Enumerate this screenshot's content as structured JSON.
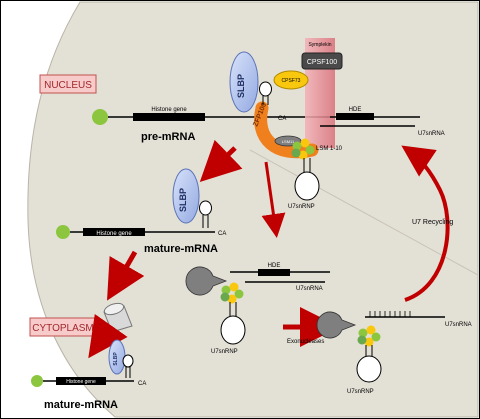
{
  "labels": {
    "nucleus": "NUCLEUS",
    "cytoplasm": "CYTOPLASM",
    "symplekin": "Symplekin",
    "cpsf100": "CPSF100",
    "cpsf73": "CPSF73",
    "slbp": "SLBP",
    "zfp100": "ZFP100",
    "lsm11": "LSM11",
    "lsm_1_10": "LSM 1-10",
    "histone_gene": "Histone gene",
    "pre_mrna": "pre-mRNA",
    "mature_mrna": "mature-mRNA",
    "ca": "CA",
    "hde": "HDE",
    "u7snrna": "U7snRNA",
    "u7snrnp": "U7snRNP",
    "u7_recycling": "U7 Recycling",
    "exonucleases": "Exonucleases"
  },
  "colors": {
    "nucleus_fill": "#e3e0d6",
    "slbp_fill": "#b7c7ee",
    "zfp100_fill": "#f07f1d",
    "cpsf73_fill": "#f9c80e",
    "symplekin_fill": "#e98b93",
    "cpsf100_fill": "#4a4a4a",
    "arrow_red": "#c00000",
    "label_box_fill": "#f8cbcb",
    "label_box_stroke": "#c0504d",
    "mrna_cap": "#8cc63f"
  }
}
